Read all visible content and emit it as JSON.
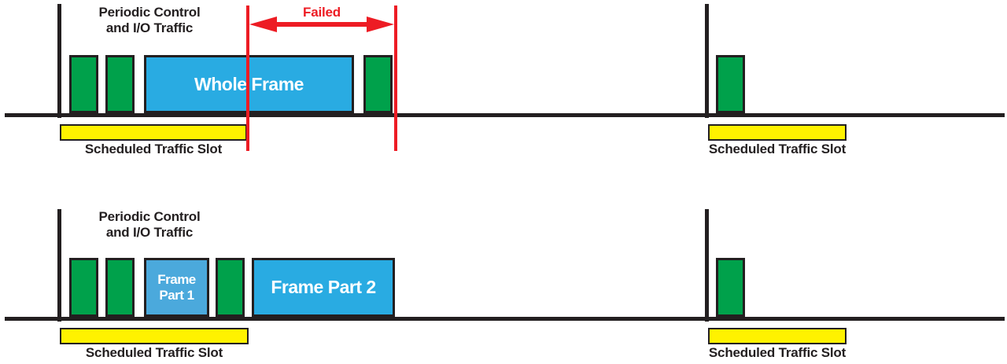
{
  "colors": {
    "green": "#00A14B",
    "blue": "#29ABE2",
    "blueLight": "#4BA9DC",
    "yellow": "#FFF200",
    "red": "#ED1C24",
    "line": "#231F20"
  },
  "top": {
    "periodic_line1": "Periodic Control",
    "periodic_line2": "and I/O Traffic",
    "failed_label": "Failed",
    "whole_frame_label": "Whole Frame",
    "scheduled_left_label": "Scheduled Traffic Slot",
    "scheduled_right_label": "Scheduled Traffic Slot"
  },
  "bottom": {
    "periodic_line1": "Periodic Control",
    "periodic_line2": "and I/O Traffic",
    "frame_part1_line1": "Frame",
    "frame_part1_line2": "Part 1",
    "frame_part2_label": "Frame Part 2",
    "scheduled_left_label": "Scheduled Traffic Slot",
    "scheduled_right_label": "Scheduled Traffic Slot"
  }
}
